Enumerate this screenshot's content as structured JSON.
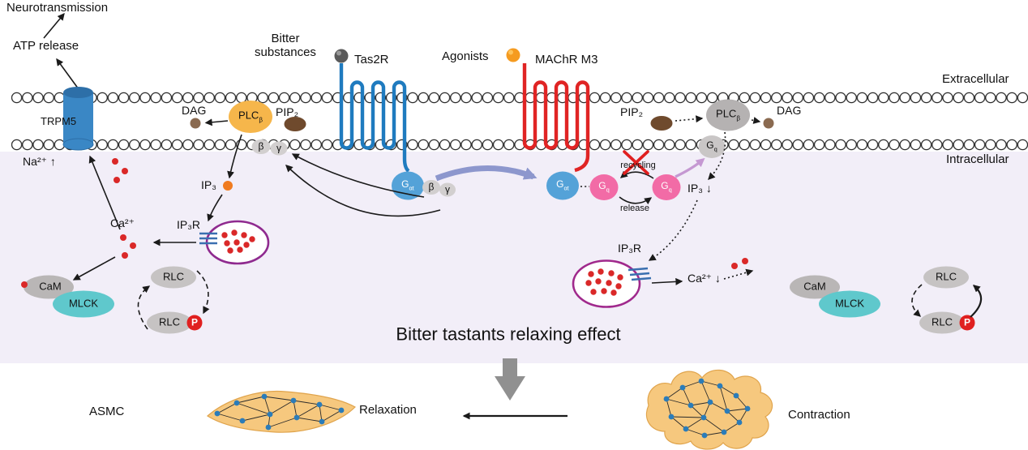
{
  "labels": {
    "neurotransmission": "Neurotransmission",
    "atp_release": "ATP release",
    "extracellular": "Extracellular",
    "intracellular": "Intracellular",
    "trpm5": "TRPM5",
    "na_up": "Na²⁺ ↑",
    "bitter_substances": "Bitter\nsubstances",
    "tas2r": "Tas2R",
    "agonists": "Agonists",
    "machr_m3": "MAChR M3",
    "dag": "DAG",
    "pip2": "PIP₂",
    "plc": {
      "base": "PLC",
      "sub": "β"
    },
    "beta": "β",
    "gamma": "γ",
    "ip3": "IP₃",
    "ip3_down": "IP₃ ↓",
    "ip3r": "IP₃R",
    "ca": "Ca²⁺",
    "ca_down": "Ca²⁺ ↓",
    "cam": "CaM",
    "mlck": "MLCK",
    "rlc": "RLC",
    "p": "P",
    "g_alpha_t": {
      "base": "G",
      "sub": "αt"
    },
    "g_q": {
      "base": "G",
      "sub": "q"
    },
    "recycling": "recycling",
    "release": "release",
    "caption": "Bitter tastants relaxing effect",
    "asmc": "ASMC",
    "relaxation": "Relaxation",
    "contraction": "Contraction"
  },
  "colors": {
    "intracellular_bg": "#f2eef8",
    "membrane_outline": "#2b2b2b",
    "tas2r_blue": "#1f7bbf",
    "machr_red": "#e02424",
    "trpm5_blue": "#3a87c5",
    "trpm5_dark": "#2d6fa8",
    "plc_orange": "#f6b64b",
    "plc_gray": "#b5b2b2",
    "g_alpha_t_blue": "#54a2d8",
    "g_q_pink": "#f26ba6",
    "g_q_gray": "#c9c6c6",
    "gbg_gray": "#d2cfcf",
    "er_purple_left": "#8f2a8f",
    "er_purple_right": "#a0298c",
    "calcium_red": "#da2828",
    "phospho_red": "#e02020",
    "mlck_teal": "#5fc8cc",
    "cam_gray": "#b9b6b6",
    "rlc_gray": "#c6c3c3",
    "pip2_brown": "#6f4a2d",
    "dag_brown": "#8a6a50",
    "ip3_orange": "#f07b1f",
    "bitter_ball_gray": "#5a5a5a",
    "agonist_orange": "#f59b20",
    "arrow_lavender": "#8d97cd",
    "arrow_pink": "#c598d2",
    "big_arrow_gray": "#909090",
    "cell_orange": "#f6c87e",
    "cell_edge": "#e0a44c",
    "node_blue": "#2b7cb9",
    "cross_red": "#e01f1f"
  }
}
